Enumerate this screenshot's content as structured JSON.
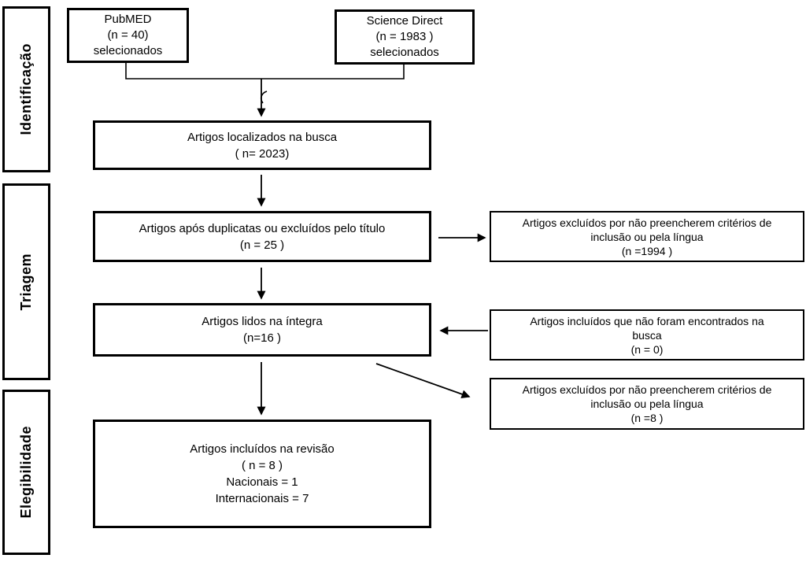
{
  "diagram": {
    "title": "PRISMA flow diagram (Portuguese)",
    "colors": {
      "border": "#000000",
      "background": "#ffffff",
      "text": "#000000",
      "line": "#000000"
    },
    "stages": [
      {
        "label": "Identificação"
      },
      {
        "label": "Triagem"
      },
      {
        "label": "Elegibilidade"
      }
    ],
    "sources": [
      {
        "lines": [
          "PubMED",
          "(n = 40)",
          "selecionados"
        ]
      },
      {
        "lines": [
          "Science Direct",
          "(n = 1983 )",
          "selecionados"
        ]
      }
    ],
    "main_boxes": [
      {
        "lines": [
          "Artigos localizados na busca",
          "( n= 2023)"
        ]
      },
      {
        "lines": [
          "Artigos após duplicatas ou excluídos pelo título",
          "(n = 25 )"
        ]
      },
      {
        "lines": [
          "Artigos lidos na íntegra",
          "(n=16 )"
        ]
      },
      {
        "lines": [
          "Artigos incluídos na revisão",
          "( n = 8 )",
          "Nacionais = 1",
          "Internacionais = 7"
        ]
      }
    ],
    "side_boxes": [
      {
        "lines": [
          "Artigos excluídos por não preencherem critérios de",
          "inclusão ou pela língua",
          "(n =1994 )"
        ]
      },
      {
        "lines": [
          "Artigos incluídos que não foram encontrados na",
          "busca",
          "(n = 0)"
        ]
      },
      {
        "lines": [
          "Artigos excluídos por não preencherem critérios de",
          "inclusão ou pela língua",
          "(n =8 )"
        ]
      }
    ]
  }
}
